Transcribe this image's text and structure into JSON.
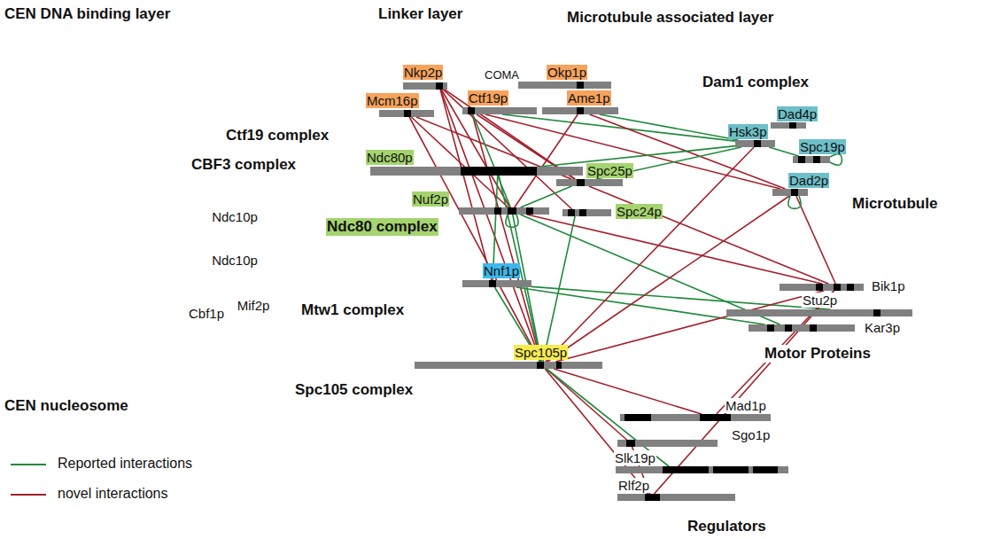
{
  "diagram": {
    "nodes": [
      {
        "text": [
          "CBF3 complex"
        ]
      },
      {
        "text": [
          "Ndc10p"
        ]
      },
      {
        "text": [
          "Ndc10p"
        ]
      },
      {
        "text": [
          "Cbf1p"
        ]
      },
      {
        "text": [
          "Mif2p"
        ]
      },
      {
        "text": [
          "Ctf19 complex"
        ]
      },
      {
        "text": [
          "Nkp2p"
        ],
        "in": 5
      },
      {
        "text": [
          "Mcm16p"
        ],
        "in": 5
      },
      {
        "text": [
          "COMA"
        ],
        "in": 5
      },
      {
        "text": [
          "Ctf19p"
        ],
        "in": 8
      },
      {
        "text": [
          "Okp1p"
        ],
        "in": 8
      },
      {
        "text": [
          "Ame1p"
        ],
        "in": 8
      },
      {
        "text": [
          "Ndc80 complex"
        ]
      },
      {
        "text": [
          "Ndc80p"
        ],
        "in": 12
      },
      {
        "text": [
          "Spc25p"
        ],
        "in": 12
      },
      {
        "text": [
          "Nuf2p"
        ],
        "in": 12
      },
      {
        "text": [
          "Spc24p"
        ],
        "in": 12
      },
      {
        "text": [
          "Mtw1 complex"
        ]
      },
      {
        "text": [
          "Nnf1p"
        ],
        "in": 17
      },
      {
        "text": [
          "Spc105 complex"
        ]
      },
      {
        "text": [
          "Spc105p"
        ],
        "in": 19
      },
      {
        "text": [
          "Dam1 complex"
        ]
      },
      {
        "text": [
          "Hsk3p"
        ],
        "in": 21
      },
      {
        "text": [
          "Dad4p"
        ],
        "in": 21
      },
      {
        "text": [
          "Spc19p"
        ],
        "in": 21
      },
      {
        "text": [
          "Dad2p"
        ],
        "in": 21
      },
      {
        "text": [
          "Motor Proteins"
        ]
      },
      {
        "text": [
          "Bik1p"
        ],
        "in": 26
      },
      {
        "text": [
          "Stu2p"
        ],
        "in": 26
      },
      {
        "text": [
          "Kar3p"
        ],
        "in": 26
      },
      {
        "text": [
          "Regulators"
        ]
      },
      {
        "text": [
          "Mad1p"
        ],
        "in": 30
      },
      {
        "text": [
          "Sgo1p"
        ],
        "in": 30
      },
      {
        "text": [
          "Slk19p"
        ],
        "in": 30
      },
      {
        "text": [
          "Rlf2p"
        ],
        "in": 30
      }
    ],
    "edges": [
      {
        "from": 6,
        "to": 20,
        "arrow": "none"
      },
      {
        "from": 6,
        "to": 15,
        "arrow": "none"
      },
      {
        "from": 6,
        "to": 14,
        "arrow": "none"
      },
      {
        "from": 6,
        "to": 16,
        "arrow": "none"
      },
      {
        "from": 7,
        "to": 20,
        "arrow": "none"
      },
      {
        "from": 7,
        "to": 15,
        "arrow": "none"
      },
      {
        "from": 7,
        "to": 14,
        "arrow": "none"
      },
      {
        "from": 9,
        "to": 20,
        "arrow": "none"
      },
      {
        "from": 9,
        "to": 14,
        "arrow": "none"
      },
      {
        "from": 9,
        "to": 25,
        "arrow": "none"
      },
      {
        "from": 9,
        "to": 15,
        "arrow": "none"
      },
      {
        "from": 9,
        "to": 22,
        "arrow": "none"
      },
      {
        "from": 11,
        "to": 22,
        "arrow": "none"
      },
      {
        "from": 11,
        "to": 15,
        "arrow": "none"
      },
      {
        "from": 11,
        "to": 25,
        "arrow": "none"
      },
      {
        "from": 13,
        "to": 20,
        "arrow": "none"
      },
      {
        "from": 13,
        "to": 22,
        "arrow": "none"
      },
      {
        "from": 14,
        "to": 22,
        "arrow": "none"
      },
      {
        "from": 14,
        "to": 27,
        "arrow": "none"
      },
      {
        "from": 15,
        "to": 20,
        "arrow": "none"
      },
      {
        "from": 15,
        "to": 14,
        "arrow": "none"
      },
      {
        "from": 15,
        "to": 27,
        "arrow": "none"
      },
      {
        "from": 15,
        "to": 29,
        "arrow": "none"
      },
      {
        "from": 16,
        "to": 20,
        "arrow": "none"
      },
      {
        "from": 18,
        "to": 20,
        "arrow": "none"
      },
      {
        "from": 18,
        "to": 13,
        "arrow": "none"
      },
      {
        "from": 18,
        "to": 6,
        "arrow": "none"
      },
      {
        "from": 18,
        "to": 29,
        "arrow": "none"
      },
      {
        "from": 18,
        "to": 28,
        "arrow": "none"
      },
      {
        "from": 22,
        "to": 20,
        "arrow": "none"
      },
      {
        "from": 22,
        "to": 24,
        "arrow": "none"
      },
      {
        "from": 25,
        "to": 20,
        "arrow": "none"
      },
      {
        "from": 25,
        "to": 27,
        "arrow": "none"
      },
      {
        "from": 27,
        "to": 20,
        "arrow": "none"
      },
      {
        "from": 27,
        "to": 31,
        "arrow": "none"
      },
      {
        "from": 27,
        "to": 34,
        "arrow": "none"
      },
      {
        "from": 20,
        "to": 31,
        "arrow": "none"
      },
      {
        "from": 20,
        "to": 32,
        "arrow": "none"
      },
      {
        "from": 20,
        "to": 34,
        "arrow": "none"
      },
      {
        "from": 20,
        "to": 33,
        "arrow": "none"
      },
      {
        "from": 32,
        "to": 34,
        "arrow": "none"
      },
      {
        "from": 15,
        "to": 15,
        "arrow": "none"
      },
      {
        "from": 24,
        "to": 24,
        "arrow": "none"
      },
      {
        "from": 25,
        "to": 25,
        "arrow": "none"
      }
    ],
    "labels": [
      "CEN DNA binding layer",
      "Linker layer",
      "Microtubule associated layer",
      "CEN nucleosome",
      "Microtubule"
    ],
    "legend": [
      {
        "text": "Reported interactions"
      },
      {
        "text": "novel interactions"
      }
    ]
  }
}
